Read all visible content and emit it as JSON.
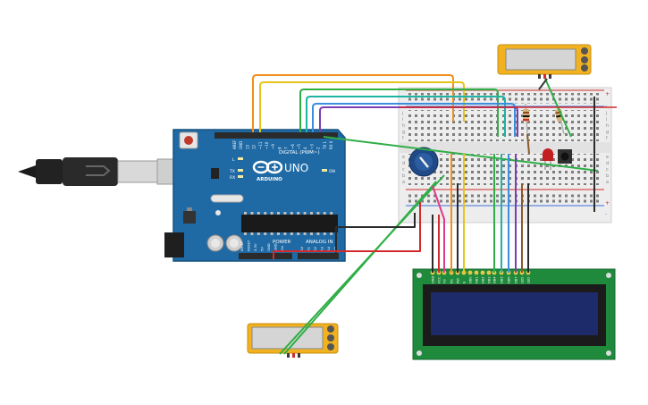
{
  "canvas": {
    "background": "#ffffff"
  },
  "colors": {
    "board": "#1f6aa5",
    "board_dark": "#17527f",
    "breadboard": "#ededed",
    "lcd_pcb": "#1f8a3c",
    "lcd_screen": "#1d2b6b",
    "sensor_body": "#f2b21f",
    "wire_orange": "#f0901c",
    "wire_yellow": "#e8c419",
    "wire_green": "#2fae46",
    "wire_teal": "#1fb3a3",
    "wire_blue": "#3a8ee0",
    "wire_purple": "#7b3fb0",
    "wire_red": "#d42a2a",
    "wire_black": "#2b2b2b",
    "wire_pink": "#e03a8a",
    "wire_brown": "#8a5a2b"
  },
  "arduino": {
    "model": "UNO",
    "brand": "ARDUINO",
    "digital_header": "DIGITAL (PWM~)",
    "power_header": "POWER",
    "analog_header": "ANALOG IN",
    "led_l": "L",
    "led_tx": "TX",
    "led_rx": "RX",
    "led_on": "ON",
    "top_pins": [
      "AREF",
      "GND",
      "13",
      "12",
      "~11",
      "~10",
      "~9",
      "8",
      "7",
      "~6",
      "~5",
      "4",
      "~3",
      "2",
      "TX 1",
      "RX 0"
    ],
    "power_pins": [
      "IOREF",
      "RESET",
      "3.3V",
      "5V",
      "GND",
      "GND",
      "Vin"
    ],
    "analog_pins": [
      "A0",
      "A1",
      "A2",
      "A3",
      "A4",
      "A5"
    ]
  },
  "breadboard": {
    "row_letters_top": [
      "j",
      "i",
      "h",
      "g",
      "f"
    ],
    "row_letters_bottom": [
      "e",
      "d",
      "c",
      "b",
      "a"
    ],
    "rail_plus": "+",
    "rail_minus": "-"
  },
  "lcd": {
    "pins": [
      "GND",
      "VCC",
      "V0",
      "RS",
      "RW",
      "E",
      "DB0",
      "DB1",
      "DB2",
      "DB3",
      "DB4",
      "DB5",
      "DB6",
      "DB7",
      "LED",
      "LED"
    ]
  },
  "icons": [
    "usb-cable-icon",
    "reset-button-icon",
    "infinity-logo-icon",
    "potentiometer-icon",
    "pushbutton-icon",
    "red-led-icon",
    "resistor-icon"
  ]
}
